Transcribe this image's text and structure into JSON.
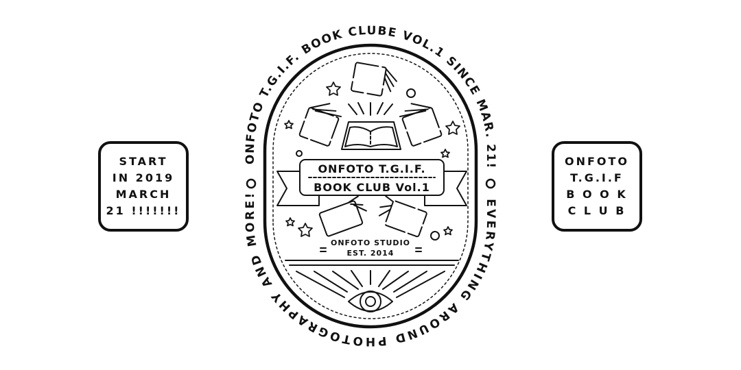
{
  "left_box": {
    "lines": [
      "START",
      "IN 2019",
      "MARCH",
      "21 !!!!!!!"
    ]
  },
  "right_box": {
    "lines": [
      "ONFOTO",
      "T.G.I.F",
      "B O O K",
      "C L U B"
    ]
  },
  "badge": {
    "arc_top": "ONFOTO T.G.I.F. BOOK CLUBE VOL.1 SINCE MAR. 21!",
    "arc_bottom": "EVERYTHING AROUND PHOTOGRAPHY AND MORE!",
    "banner_line1": "ONFOTO T.G.I.F.",
    "banner_line2": "BOOK CLUB Vol.1",
    "studio": "ONFOTO STUDIO",
    "established": "EST. 2014"
  },
  "colors": {
    "ink": "#111111",
    "background": "#ffffff"
  }
}
